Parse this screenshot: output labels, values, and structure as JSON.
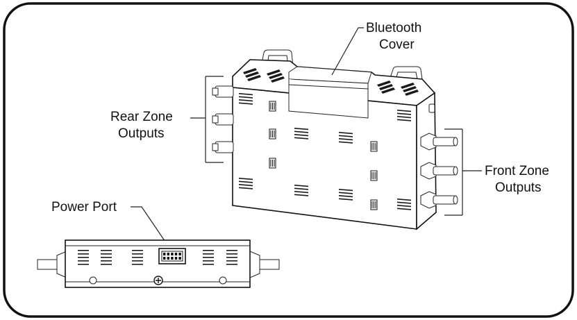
{
  "labels": {
    "bluetooth_cover": [
      "Bluetooth",
      "Cover"
    ],
    "rear_zone_outputs": [
      "Rear Zone",
      "Outputs"
    ],
    "front_zone_outputs": [
      "Front Zone",
      "Outputs"
    ],
    "power_port": "Power Port"
  },
  "colors": {
    "line": "#111111",
    "background": "#ffffff"
  }
}
